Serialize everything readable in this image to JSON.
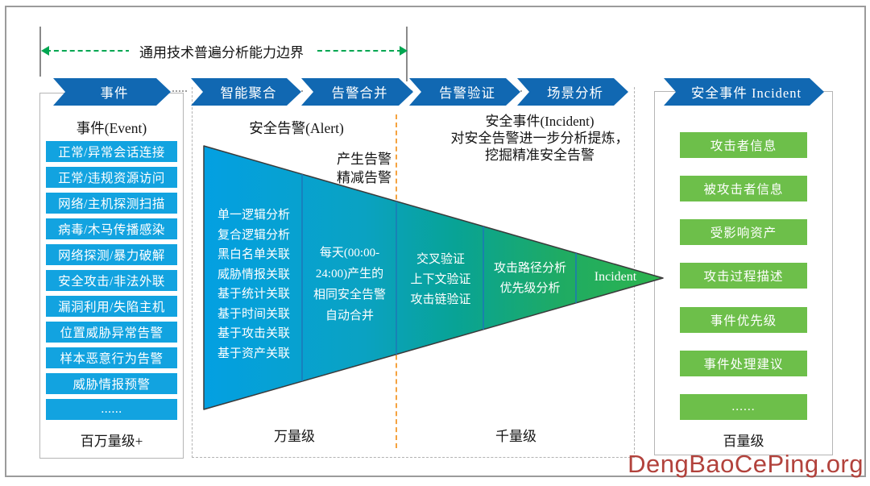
{
  "boundary": {
    "label": "通用技术普遍分析能力边界"
  },
  "flow_arrows": {
    "event": "事件",
    "aggregate": "智能聚合",
    "merge": "告警合并",
    "verify": "告警验证",
    "scenario": "场景分析",
    "incident": "安全事件 Incident"
  },
  "left_panel": {
    "title": "事件(Event)",
    "items": [
      "正常/异常会话连接",
      "正常/违规资源访问",
      "网络/主机探测扫描",
      "病毒/木马传播感染",
      "网络探测/暴力破解",
      "安全攻击/非法外联",
      "漏洞利用/失陷主机",
      "位置威胁异常告警",
      "样本恶意行为告警",
      "威胁情报预警",
      "......"
    ],
    "scale": "百万量级+"
  },
  "middle": {
    "alert_title": "安全告警(Alert)",
    "incident_title": "安全事件(Incident)\n对安全告警进一步分析提炼，\n挖掘精准安全告警",
    "produce_note": "产生告警\n精减告警",
    "alert_scale": "万量级",
    "incident_scale": "千量级"
  },
  "funnel": {
    "seg1": "单一逻辑分析\n复合逻辑分析\n黑白名单关联\n威胁情报关联\n基于统计关联\n基于时间关联\n基于攻击关联\n基于资产关联",
    "seg2": "每天(00:00-\n24:00)产生的\n相同安全告警\n自动合并",
    "seg3": "交叉验证\n上下文验证\n攻击链验证",
    "seg4": "攻击路径分析\n优先级分析",
    "tip": "Incident"
  },
  "right_panel": {
    "items": [
      "攻击者信息",
      "被攻击者信息",
      "受影响资产",
      "攻击过程描述",
      "事件优先级",
      "事件处理建议",
      "......"
    ],
    "scale": "百量级"
  },
  "watermark": "DengBaoCePing.org",
  "colors": {
    "chevron_blue": "#1168b2",
    "event_item_blue": "#12a3e0",
    "incident_item_green": "#6dbf4a",
    "funnel_start": "#03a0e2",
    "funnel_mid": "#08a395",
    "funnel_end": "#2db44d",
    "boundary_green": "#00a651",
    "orange_divider": "#f5a340",
    "watermark_red": "#b2423c"
  }
}
